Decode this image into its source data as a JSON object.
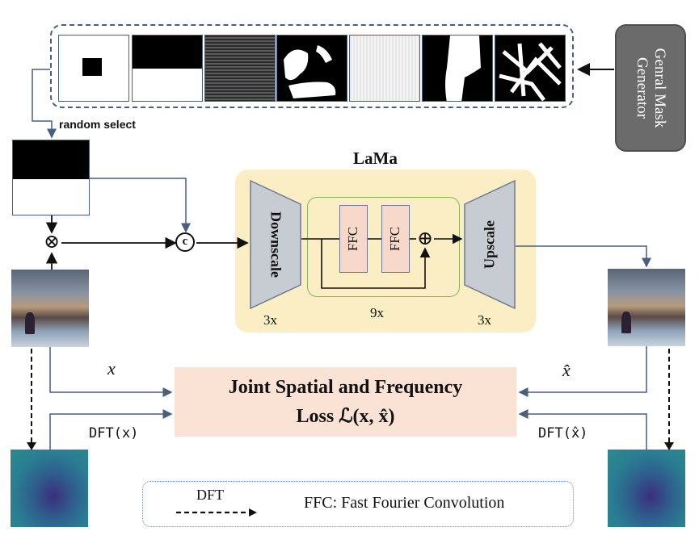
{
  "mask_generator": {
    "label_line1": "Genral Mask",
    "label_line2": "Generator"
  },
  "random_select": "random select",
  "lama": {
    "title": "LaMa",
    "downscale": "Downscale",
    "downscale_repeat": "3x",
    "ffc_1": "FFC",
    "ffc_2": "FFC",
    "ffc_repeat": "9x",
    "upscale": "Upscale",
    "upscale_repeat": "3x"
  },
  "concat_symbol": "c",
  "multiply_symbol": "⊗",
  "add_symbol": "⊕",
  "input_label": "x",
  "output_label": "x̂",
  "dft_input_label": "DFT(x)",
  "dft_output_label": "DFT(x̂)",
  "loss": {
    "line1": "Joint Spatial and Frequency",
    "line2": "Loss ℒ(x, x̂)"
  },
  "legend": {
    "dft_label": "DFT",
    "ffc_text": "FFC: Fast Fourier Convolution"
  },
  "colors": {
    "lama_panel": "#fbeec4",
    "loss_box": "#fae2d5",
    "block_gray": "#c7ccd3",
    "ffc_pink": "#f7d8ca",
    "arrow": "#4a5f7e"
  }
}
